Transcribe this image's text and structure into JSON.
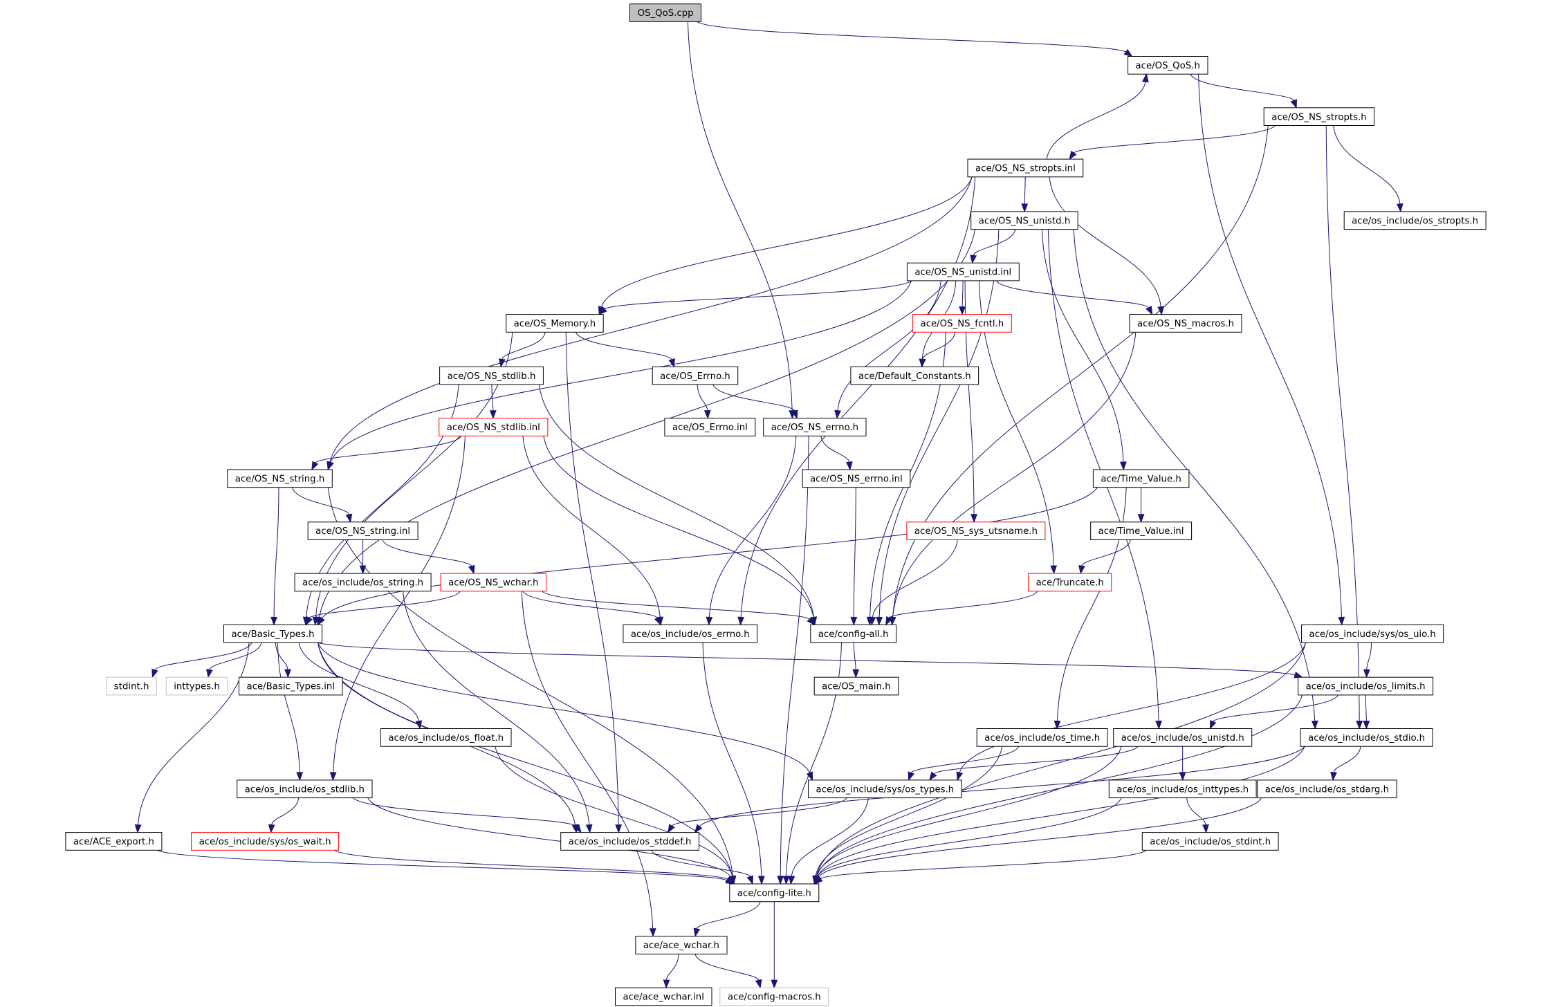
{
  "colors": {
    "edge": "#191970",
    "node_border": "#000000",
    "node_border_incomplete": "#ff0000",
    "node_border_external": "#bfbfbf",
    "root_fill": "#bfbfbf",
    "node_fill": "#ffffff"
  },
  "nodes": [
    {
      "id": "os_qos_cpp",
      "label": "OS_QoS.cpp",
      "kind": "root"
    },
    {
      "id": "os_qos_h",
      "label": "ace/OS_QoS.h",
      "kind": "normal"
    },
    {
      "id": "os_ns_stropts_h",
      "label": "ace/OS_NS_stropts.h",
      "kind": "normal"
    },
    {
      "id": "os_ns_stropts_inl",
      "label": "ace/OS_NS_stropts.inl",
      "kind": "normal"
    },
    {
      "id": "os_ns_unistd_h",
      "label": "ace/OS_NS_unistd.h",
      "kind": "normal"
    },
    {
      "id": "oi_stropts_h",
      "label": "ace/os_include/os_stropts.h",
      "kind": "normal"
    },
    {
      "id": "os_ns_unistd_inl",
      "label": "ace/OS_NS_unistd.inl",
      "kind": "normal"
    },
    {
      "id": "os_memory_h",
      "label": "ace/OS_Memory.h",
      "kind": "normal"
    },
    {
      "id": "os_ns_fcntl_h",
      "label": "ace/OS_NS_fcntl.h",
      "kind": "red"
    },
    {
      "id": "os_ns_macros_h",
      "label": "ace/OS_NS_macros.h",
      "kind": "normal"
    },
    {
      "id": "os_ns_stdlib_h",
      "label": "ace/OS_NS_stdlib.h",
      "kind": "normal"
    },
    {
      "id": "os_errno_h",
      "label": "ace/OS_Errno.h",
      "kind": "normal"
    },
    {
      "id": "default_constants_h",
      "label": "ace/Default_Constants.h",
      "kind": "normal"
    },
    {
      "id": "os_ns_stdlib_inl",
      "label": "ace/OS_NS_stdlib.inl",
      "kind": "red"
    },
    {
      "id": "os_errno_inl",
      "label": "ace/OS_Errno.inl",
      "kind": "normal"
    },
    {
      "id": "os_ns_errno_h",
      "label": "ace/OS_NS_errno.h",
      "kind": "normal"
    },
    {
      "id": "os_ns_string_h",
      "label": "ace/OS_NS_string.h",
      "kind": "normal"
    },
    {
      "id": "os_ns_errno_inl",
      "label": "ace/OS_NS_errno.inl",
      "kind": "normal"
    },
    {
      "id": "time_value_h",
      "label": "ace/Time_Value.h",
      "kind": "normal"
    },
    {
      "id": "os_ns_string_inl",
      "label": "ace/OS_NS_string.inl",
      "kind": "normal"
    },
    {
      "id": "os_ns_sys_utsname_h",
      "label": "ace/OS_NS_sys_utsname.h",
      "kind": "red"
    },
    {
      "id": "time_value_inl",
      "label": "ace/Time_Value.inl",
      "kind": "normal"
    },
    {
      "id": "oi_string_h",
      "label": "ace/os_include/os_string.h",
      "kind": "normal"
    },
    {
      "id": "os_ns_wchar_h",
      "label": "ace/OS_NS_wchar.h",
      "kind": "red"
    },
    {
      "id": "truncate_h",
      "label": "ace/Truncate.h",
      "kind": "red"
    },
    {
      "id": "basic_types_h",
      "label": "ace/Basic_Types.h",
      "kind": "normal"
    },
    {
      "id": "oi_errno_h",
      "label": "ace/os_include/os_errno.h",
      "kind": "normal"
    },
    {
      "id": "config_all_h",
      "label": "ace/config-all.h",
      "kind": "normal"
    },
    {
      "id": "oi_sys_uio_h",
      "label": "ace/os_include/sys/os_uio.h",
      "kind": "normal"
    },
    {
      "id": "stdint_h",
      "label": "stdint.h",
      "kind": "external"
    },
    {
      "id": "inttypes_h",
      "label": "inttypes.h",
      "kind": "external"
    },
    {
      "id": "basic_types_inl",
      "label": "ace/Basic_Types.inl",
      "kind": "normal"
    },
    {
      "id": "os_main_h",
      "label": "ace/OS_main.h",
      "kind": "normal"
    },
    {
      "id": "oi_limits_h",
      "label": "ace/os_include/os_limits.h",
      "kind": "normal"
    },
    {
      "id": "oi_float_h",
      "label": "ace/os_include/os_float.h",
      "kind": "normal"
    },
    {
      "id": "oi_time_h",
      "label": "ace/os_include/os_time.h",
      "kind": "normal"
    },
    {
      "id": "oi_unistd_h",
      "label": "ace/os_include/os_unistd.h",
      "kind": "normal"
    },
    {
      "id": "oi_stdio_h",
      "label": "ace/os_include/os_stdio.h",
      "kind": "normal"
    },
    {
      "id": "oi_stdlib_h",
      "label": "ace/os_include/os_stdlib.h",
      "kind": "normal"
    },
    {
      "id": "oi_sys_types_h",
      "label": "ace/os_include/sys/os_types.h",
      "kind": "normal"
    },
    {
      "id": "oi_inttypes_h",
      "label": "ace/os_include/os_inttypes.h",
      "kind": "normal"
    },
    {
      "id": "oi_stdarg_h",
      "label": "ace/os_include/os_stdarg.h",
      "kind": "normal"
    },
    {
      "id": "ace_export_h",
      "label": "ace/ACE_export.h",
      "kind": "normal"
    },
    {
      "id": "oi_sys_wait_h",
      "label": "ace/os_include/sys/os_wait.h",
      "kind": "red"
    },
    {
      "id": "oi_stddef_h",
      "label": "ace/os_include/os_stddef.h",
      "kind": "normal"
    },
    {
      "id": "oi_stdint_h",
      "label": "ace/os_include/os_stdint.h",
      "kind": "normal"
    },
    {
      "id": "config_lite_h",
      "label": "ace/config-lite.h",
      "kind": "normal"
    },
    {
      "id": "ace_wchar_h",
      "label": "ace/ace_wchar.h",
      "kind": "normal"
    },
    {
      "id": "ace_wchar_inl",
      "label": "ace/ace_wchar.inl",
      "kind": "normal"
    },
    {
      "id": "config_macros_h",
      "label": "ace/config-macros.h",
      "kind": "external"
    }
  ],
  "edges": [
    [
      "os_qos_cpp",
      "os_qos_h"
    ],
    [
      "os_qos_cpp",
      "os_ns_errno_h"
    ],
    [
      "os_qos_h",
      "os_ns_stropts_h"
    ],
    [
      "os_qos_h",
      "oi_sys_uio_h"
    ],
    [
      "os_ns_stropts_h",
      "os_ns_stropts_inl"
    ],
    [
      "os_ns_stropts_h",
      "oi_stropts_h"
    ],
    [
      "os_ns_stropts_h",
      "config_all_h"
    ],
    [
      "os_ns_stropts_h",
      "oi_stdio_h"
    ],
    [
      "os_ns_stropts_inl",
      "os_qos_h"
    ],
    [
      "os_ns_stropts_inl",
      "os_ns_unistd_h"
    ],
    [
      "os_ns_stropts_inl",
      "os_memory_h"
    ],
    [
      "os_ns_stropts_inl",
      "os_ns_string_h"
    ],
    [
      "os_ns_stropts_inl",
      "os_ns_macros_h"
    ],
    [
      "os_ns_stropts_inl",
      "oi_errno_h"
    ],
    [
      "os_ns_unistd_h",
      "os_ns_unistd_inl"
    ],
    [
      "os_ns_unistd_h",
      "time_value_h"
    ],
    [
      "os_ns_unistd_h",
      "basic_types_h"
    ],
    [
      "os_ns_unistd_h",
      "config_all_h"
    ],
    [
      "os_ns_unistd_h",
      "oi_unistd_h"
    ],
    [
      "os_ns_unistd_h",
      "oi_stdio_h"
    ],
    [
      "os_ns_unistd_inl",
      "os_ns_fcntl_h"
    ],
    [
      "os_ns_unistd_inl",
      "os_ns_macros_h"
    ],
    [
      "os_ns_unistd_inl",
      "os_memory_h"
    ],
    [
      "os_ns_unistd_inl",
      "default_constants_h"
    ],
    [
      "os_ns_unistd_inl",
      "os_ns_errno_h"
    ],
    [
      "os_ns_unistd_inl",
      "os_ns_string_h"
    ],
    [
      "os_ns_unistd_inl",
      "os_ns_sys_utsname_h"
    ],
    [
      "os_ns_unistd_inl",
      "truncate_h"
    ],
    [
      "os_memory_h",
      "os_ns_stdlib_h"
    ],
    [
      "os_memory_h",
      "os_errno_h"
    ],
    [
      "os_memory_h",
      "basic_types_h"
    ],
    [
      "os_memory_h",
      "oi_stddef_h"
    ],
    [
      "os_ns_fcntl_h",
      "default_constants_h"
    ],
    [
      "os_ns_fcntl_h",
      "config_all_h"
    ],
    [
      "os_ns_macros_h",
      "config_all_h"
    ],
    [
      "os_ns_stdlib_h",
      "os_ns_stdlib_inl"
    ],
    [
      "os_ns_stdlib_h",
      "basic_types_h"
    ],
    [
      "os_ns_stdlib_h",
      "config_all_h"
    ],
    [
      "os_errno_h",
      "os_errno_inl"
    ],
    [
      "os_errno_h",
      "os_ns_errno_h"
    ],
    [
      "os_ns_stdlib_inl",
      "os_ns_string_h"
    ],
    [
      "os_ns_stdlib_inl",
      "oi_errno_h"
    ],
    [
      "os_ns_stdlib_inl",
      "config_all_h"
    ],
    [
      "os_ns_stdlib_inl",
      "oi_stdlib_h"
    ],
    [
      "os_ns_errno_h",
      "os_ns_errno_inl"
    ],
    [
      "os_ns_errno_h",
      "oi_errno_h"
    ],
    [
      "os_ns_errno_h",
      "config_lite_h"
    ],
    [
      "os_ns_string_h",
      "os_ns_string_inl"
    ],
    [
      "os_ns_string_h",
      "basic_types_h"
    ],
    [
      "os_ns_string_h",
      "config_lite_h"
    ],
    [
      "os_ns_errno_inl",
      "config_all_h"
    ],
    [
      "time_value_h",
      "time_value_inl"
    ],
    [
      "time_value_h",
      "basic_types_h"
    ],
    [
      "time_value_h",
      "oi_time_h"
    ],
    [
      "os_ns_string_inl",
      "oi_string_h"
    ],
    [
      "os_ns_string_inl",
      "os_ns_wchar_h"
    ],
    [
      "os_ns_sys_utsname_h",
      "config_all_h"
    ],
    [
      "time_value_inl",
      "truncate_h"
    ],
    [
      "oi_string_h",
      "oi_stddef_h"
    ],
    [
      "os_ns_wchar_h",
      "basic_types_h"
    ],
    [
      "os_ns_wchar_h",
      "oi_errno_h"
    ],
    [
      "os_ns_wchar_h",
      "config_all_h"
    ],
    [
      "os_ns_wchar_h",
      "ace_wchar_h"
    ],
    [
      "truncate_h",
      "config_all_h"
    ],
    [
      "basic_types_h",
      "stdint_h"
    ],
    [
      "basic_types_h",
      "inttypes_h"
    ],
    [
      "basic_types_h",
      "basic_types_inl"
    ],
    [
      "basic_types_h",
      "ace_export_h"
    ],
    [
      "basic_types_h",
      "oi_float_h"
    ],
    [
      "basic_types_h",
      "oi_stdlib_h"
    ],
    [
      "basic_types_h",
      "oi_limits_h"
    ],
    [
      "basic_types_h",
      "oi_sys_types_h"
    ],
    [
      "basic_types_h",
      "oi_stddef_h"
    ],
    [
      "basic_types_h",
      "config_lite_h"
    ],
    [
      "oi_errno_h",
      "config_lite_h"
    ],
    [
      "config_all_h",
      "os_main_h"
    ],
    [
      "config_all_h",
      "config_lite_h"
    ],
    [
      "oi_sys_uio_h",
      "oi_limits_h"
    ],
    [
      "oi_sys_uio_h",
      "oi_sys_types_h"
    ],
    [
      "oi_sys_uio_h",
      "config_lite_h"
    ],
    [
      "oi_limits_h",
      "oi_unistd_h"
    ],
    [
      "oi_limits_h",
      "oi_stdio_h"
    ],
    [
      "oi_limits_h",
      "config_lite_h"
    ],
    [
      "oi_float_h",
      "config_lite_h"
    ],
    [
      "oi_time_h",
      "oi_sys_types_h"
    ],
    [
      "oi_time_h",
      "config_lite_h"
    ],
    [
      "oi_unistd_h",
      "oi_sys_types_h"
    ],
    [
      "oi_unistd_h",
      "oi_inttypes_h"
    ],
    [
      "oi_unistd_h",
      "config_lite_h"
    ],
    [
      "oi_stdio_h",
      "oi_stdarg_h"
    ],
    [
      "oi_stdio_h",
      "oi_stddef_h"
    ],
    [
      "oi_stdio_h",
      "config_lite_h"
    ],
    [
      "oi_stdlib_h",
      "oi_sys_wait_h"
    ],
    [
      "oi_stdlib_h",
      "oi_stddef_h"
    ],
    [
      "oi_stdlib_h",
      "config_lite_h"
    ],
    [
      "oi_sys_types_h",
      "oi_stddef_h"
    ],
    [
      "oi_sys_types_h",
      "config_lite_h"
    ],
    [
      "oi_inttypes_h",
      "oi_stdint_h"
    ],
    [
      "oi_inttypes_h",
      "config_lite_h"
    ],
    [
      "oi_stdarg_h",
      "config_lite_h"
    ],
    [
      "ace_export_h",
      "config_lite_h"
    ],
    [
      "oi_sys_wait_h",
      "config_lite_h"
    ],
    [
      "oi_stddef_h",
      "config_lite_h"
    ],
    [
      "oi_stdint_h",
      "config_lite_h"
    ],
    [
      "config_lite_h",
      "ace_wchar_h"
    ],
    [
      "config_lite_h",
      "config_macros_h"
    ],
    [
      "ace_wchar_h",
      "ace_wchar_inl"
    ],
    [
      "ace_wchar_h",
      "config_macros_h"
    ]
  ]
}
